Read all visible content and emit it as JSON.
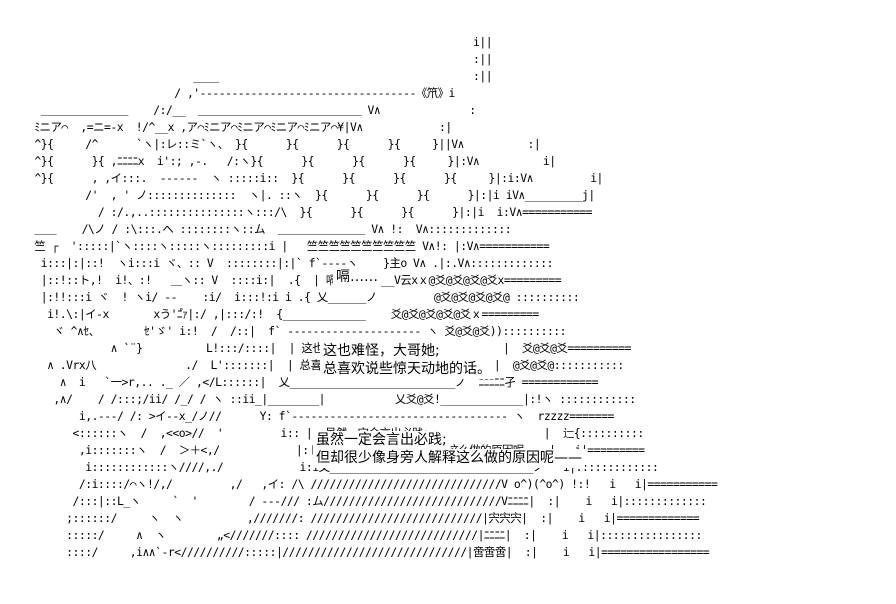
{
  "art_text": "                                                                      i||\n                                                                      :||\n                          ____                                        :||\n                       / ,'----------------------------------《笊》i\n  ＿＿＿＿＿＿＿＿    /:/__  ＿＿＿＿＿＿＿＿＿＿＿＿＿＿＿ V∧              :\n ﾐニア⌒  ,=ニ=-x  !/^__x ,ア⌒ﾐニア⌒ﾐニア⌒ﾐニア⌒ﾐニア⌒¥|V∧            :|\n ^}{     /^      `ヽ|:レ::ミ`ヽ、 }{      }{      }{      }{     }||V∧          :|\n ^}{      }{ ,ﾆﾆﾆﾆx  i':; ,-.   /:ヽ}{      }{      }{      }{     }|:V∧          i|\n ^}{      , ,イ:::.  ‐‐‐‐‐‐  ヽ :::::i::  }{      }{      }{      }{     }|:i:V∧         i|\n         /'  , ' ノ::::::::::::::  ヽ|. ::ヽ  }{      }{      }{      }|:|i iV∧_________j|\n           / :/.,..:::::::::::::::ヽ:::/\\  }{      }{      }{      }|:|i  i:V∧===========\n ＿＿    /\\ノ / :\\:::.ヘ ::::::::ヽ::ム  ＿＿＿＿＿＿＿＿ V∧ !:  V∧:::::::::::::\n 竺 ┌  ':::::|`ヽ::::ヽ:::::ヽ:::::::::i |   竺竺竺竺竺竺竺竺竺竺 V∧!: |:V∧===========\n  i:::|:|::!  ヽi:::i ヾ、:: V  ::::::::|:|` f`‐‐‐‐ヽ    }主o V∧ .|:.V∧:::::::::::::\n  |::!::ト,!  i!、:!   ＿ヽ:: V  ::::i:|  .{  | 嗝……  |  __V云xｘ@爻@爻@爻@爻x=========\n  |:!!:::i ヾ  ! ヽi/ ‐‐    :i/  i:::!:i i .{ 乂______ノ         @爻@爻@爻@爻@ ::::::::::\n   i!.\\:|イ‐x       xう'ﾆ゚ｧ|:/ ,|:::/:!  {_____________    爻@爻@爻@爻@爻ｘ=========\n    ヾ ^∧ｾ、       ｾ'ゞ' i:!  /  /::|  f` ‐‐‐‐‐‐‐‐‐‐‐‐‐‐‐‐‐‐‐‐‐ ヽ 爻@爻@爻))::::::::::\n             ∧ `¨}          L!:::/::::|  | 这也难怪，大哥她;                 |  爻@爻@爻==========\n   ∧ .Vrx八              ./  L':::::::|  | 总喜欢说些惊天动地的话。          |  @爻@爻@:::::::::::\n     ∧  i   `一>r,.. ._ ／ ,</L::::::|  乂__________________________ノ  ﾆﾆﾆﾆﾆ孑 ============\n    ,∧/    / /:::;/ii/ /_/ / ヽ ::ii_|________|           乂爻@爻!_____________|:!ヽ ::::::::::::\n        i,.-‐-/ /: >イ‐‐x_/ノ//      Y: f`‐‐‐‐‐‐‐‐‐‐‐‐‐‐‐‐‐‐‐‐‐‐‐‐‐‐‐‐‐‐‐‐‐‐ ヽ  rzzzz=======\n       <::::::ヽ  /  ,<<o>//  '         i:: |  虽然一定会言出必践;                  |  辷{::::::::::\n        ,i:::::::ヽ  /  ＞＋<,/            |:ト|  但却很少像身旁人解释这么做的原因呢——  |   i|=========\n         i::::::::::::ヽ////,./            i:i乂________________________________ノ   i|:::::::::::::\n        /:i::::/⌒ヽ!/,/         ,/   ,イ: /\\ //////////////////////////////V o^)(^o^) !:!   i   i|===========\n       /:::|::L_ヽ     `  '        / ‐‐‐/// :ム////////////////////////////Vﾆﾆﾆﾆ|  :|    i   i|:::::::::::::\n      ;::::::/     ヽ  ヽ          ,///////: ///////////////////////////|宍宍宍|  :|    i   i|=============\n      :::::/     ∧  ヽ        „<///////:::: ///////////////////////////|ﾆﾆﾆﾆ|  :|    i   i|::::::::::::::::\n      ::::/     ,i∧∧`-r<//////////:::::|/////////////////////////////|啻啻啻|  :|    i   i|=================",
  "bubbles": {
    "first": "嗝……",
    "second_line1": "这也难怪，大哥她;",
    "second_line2": "总喜欢说些惊天动地的话。",
    "third_line1": "虽然一定会言出必践;",
    "third_line2": "但却很少像身旁人解释这么做的原因呢——"
  }
}
